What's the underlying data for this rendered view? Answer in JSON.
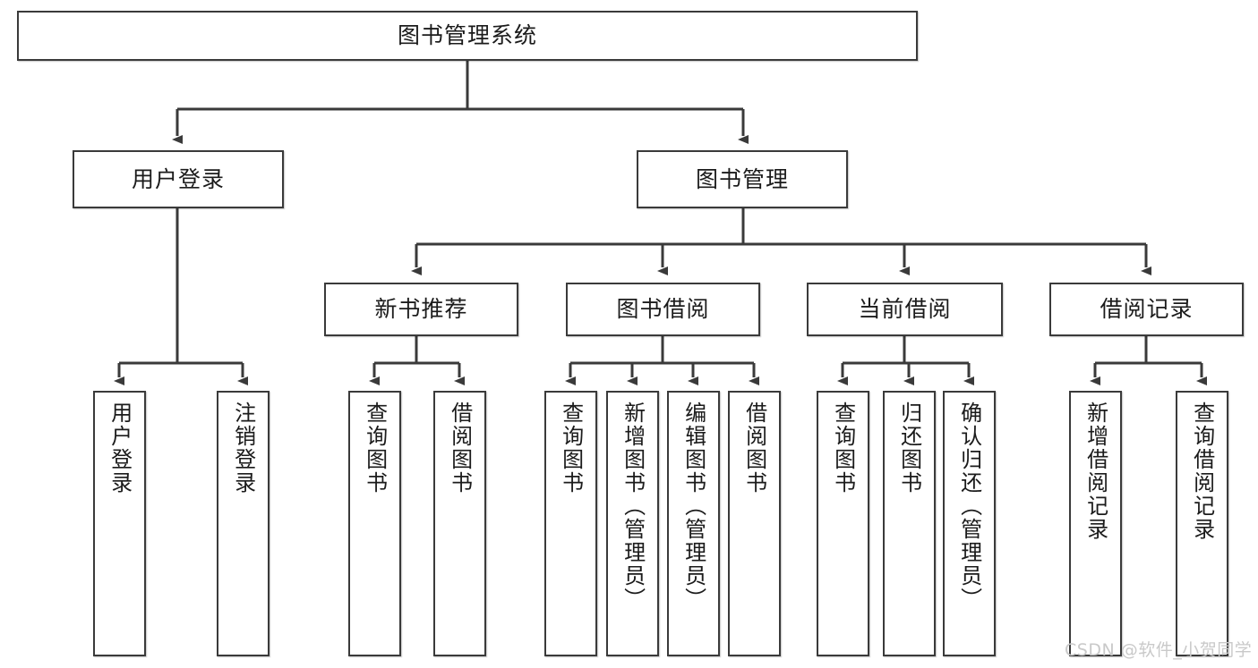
{
  "diagram": {
    "title": "图书管理系统",
    "background": "#ffffff",
    "line_color": "#3a3a3a",
    "box_border_color": "#3a3a3a",
    "text_color": "#1b1b1b",
    "watermark": "CSDN @软件_小贺同学"
  },
  "root": {
    "label": "图书管理系统"
  },
  "level2": [
    {
      "label": "用户登录"
    },
    {
      "label": "图书管理"
    }
  ],
  "level3": [
    {
      "label": "新书推荐"
    },
    {
      "label": "图书借阅"
    },
    {
      "label": "当前借阅"
    },
    {
      "label": "借阅记录"
    }
  ],
  "leaves": {
    "user_login": [
      {
        "label": "用户登录"
      },
      {
        "label": "注销登录"
      }
    ],
    "new_book_recommend": [
      {
        "label": "查询图书"
      },
      {
        "label": "借阅图书"
      }
    ],
    "book_borrow": [
      {
        "label": "查询图书"
      },
      {
        "label": "新增图书（管理员）"
      },
      {
        "label": "编辑图书（管理员）"
      },
      {
        "label": "借阅图书"
      }
    ],
    "current_borrow": [
      {
        "label": "查询图书"
      },
      {
        "label": "归还图书"
      },
      {
        "label": "确认归还（管理员）"
      }
    ],
    "borrow_record": [
      {
        "label": "新增借阅记录"
      },
      {
        "label": "查询借阅记录"
      }
    ]
  }
}
